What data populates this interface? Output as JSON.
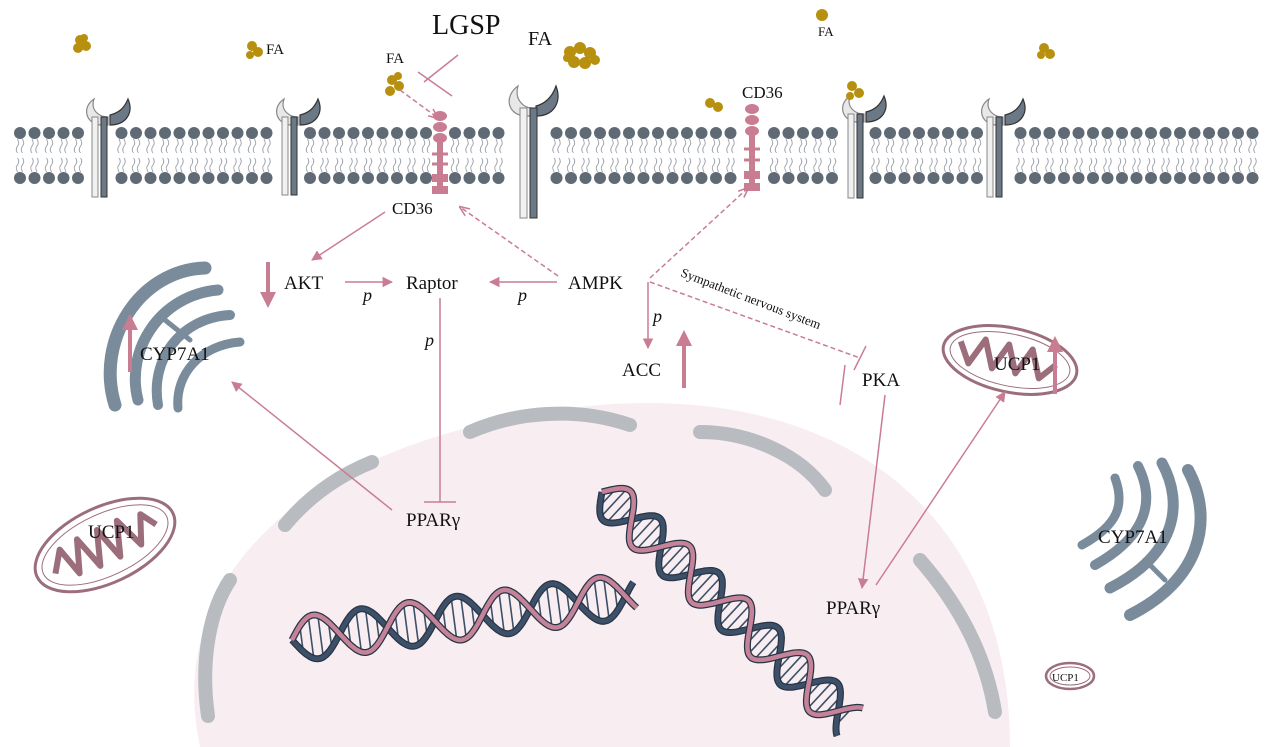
{
  "labels": {
    "lgsp": "LGSP",
    "fa_small_left": "FA",
    "fa_inhibit": "FA",
    "fa_cluster": "FA",
    "fa_right": "FA",
    "cd36_top": "CD36",
    "cd36_bottom": "CD36",
    "akt": "AKT",
    "raptor": "Raptor",
    "ampk": "AMPK",
    "p_akt_raptor": "p",
    "p_ampk_raptor": "p",
    "p_raptor_ppar": "p",
    "p_ampk_acc": "p",
    "acc": "ACC",
    "pka": "PKA",
    "sympathetic": "Sympathetic nervous system",
    "cyp7a1_left": "CYP7A1",
    "cyp7a1_right": "CYP7A1",
    "ucp1_left": "UCP1",
    "ucp1_top_right": "UCP1",
    "ucp1_small": "UCP1",
    "ppar_left": "PPARγ",
    "ppar_right": "PPARγ"
  },
  "colors": {
    "arrow": "#c97d93",
    "membrane_head": "#606a75",
    "fat_droplet": "#b8900f",
    "er": "#7a8c9b",
    "nucleus_fill": "#f8eef1",
    "nucleus_edge": "#b8bcc1",
    "mito_outline": "#9c6e7c",
    "dna_strand_a": "#c48398",
    "dna_strand_b": "#3c5069"
  },
  "icons": [
    "fatty-acid-droplet-icon",
    "receptor-icon",
    "cd36-transporter-icon",
    "endoplasmic-reticulum-icon",
    "mitochondrion-icon",
    "dna-helix-icon",
    "nucleus-icon"
  ]
}
